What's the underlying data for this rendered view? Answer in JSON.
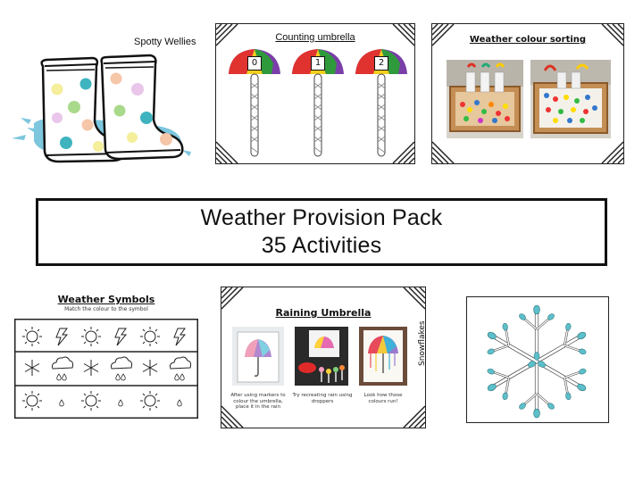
{
  "banner": {
    "line1": "Weather Provision Pack",
    "line2": "35 Activities"
  },
  "spotty_wellies": {
    "label": "Spotty Wellies"
  },
  "counting_umbrella": {
    "title": "Counting umbrella",
    "numbers": [
      "0",
      "1",
      "2"
    ]
  },
  "weather_colour_sorting": {
    "title": "Weather colour sorting"
  },
  "weather_symbols": {
    "title": "Weather Symbols",
    "subtitle": "Match the colour to the symbol"
  },
  "raining_umbrella": {
    "title": "Raining Umbrella",
    "captions": [
      "After using markers to colour the umbrella, place it in the rain",
      "Try recreating rain using droppers",
      "Look how those colours run!"
    ]
  },
  "snowflakes": {
    "label": "Snowflakes"
  },
  "colors": {
    "boot_dot_yellow": "#f5ee9a",
    "boot_dot_green": "#a9d98b",
    "boot_dot_teal": "#3fb4bf",
    "boot_dot_peach": "#f6c6a8",
    "boot_dot_lilac": "#e9c6ea",
    "puddle": "#7cc6de",
    "snowflake": "#5cbfca"
  }
}
